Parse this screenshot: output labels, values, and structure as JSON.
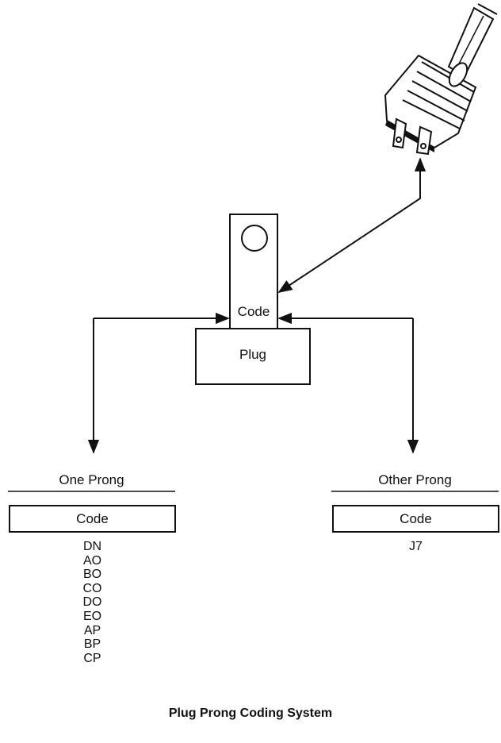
{
  "tag": {
    "label": "Code"
  },
  "plug_box": {
    "label": "Plug"
  },
  "left_table": {
    "heading": "One Prong",
    "column_header": "Code",
    "codes": [
      "DN",
      "AO",
      "BO",
      "CO",
      "DO",
      "EO",
      "AP",
      "BP",
      "CP"
    ]
  },
  "right_table": {
    "heading": "Other Prong",
    "column_header": "Code",
    "codes": [
      "J7"
    ]
  },
  "caption": "Plug Prong Coding System"
}
